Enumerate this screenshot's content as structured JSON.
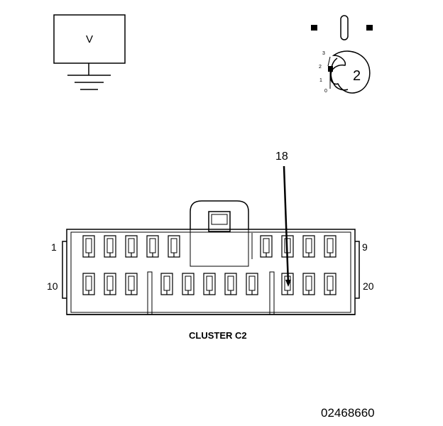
{
  "voltmeter": {
    "label": "V",
    "icon": "voltmeter-ground-icon"
  },
  "ignition_key": {
    "icon": "ignition-key-icon",
    "positions": [
      "3",
      "2",
      "1",
      "0"
    ],
    "selected_position": "2"
  },
  "connector": {
    "title": "CLUSTER C2",
    "callout_pin": "18",
    "pin_labels": {
      "top_left": "1",
      "top_right": "9",
      "bottom_left": "10",
      "bottom_right": "20"
    }
  },
  "drawing_number": "02468660"
}
